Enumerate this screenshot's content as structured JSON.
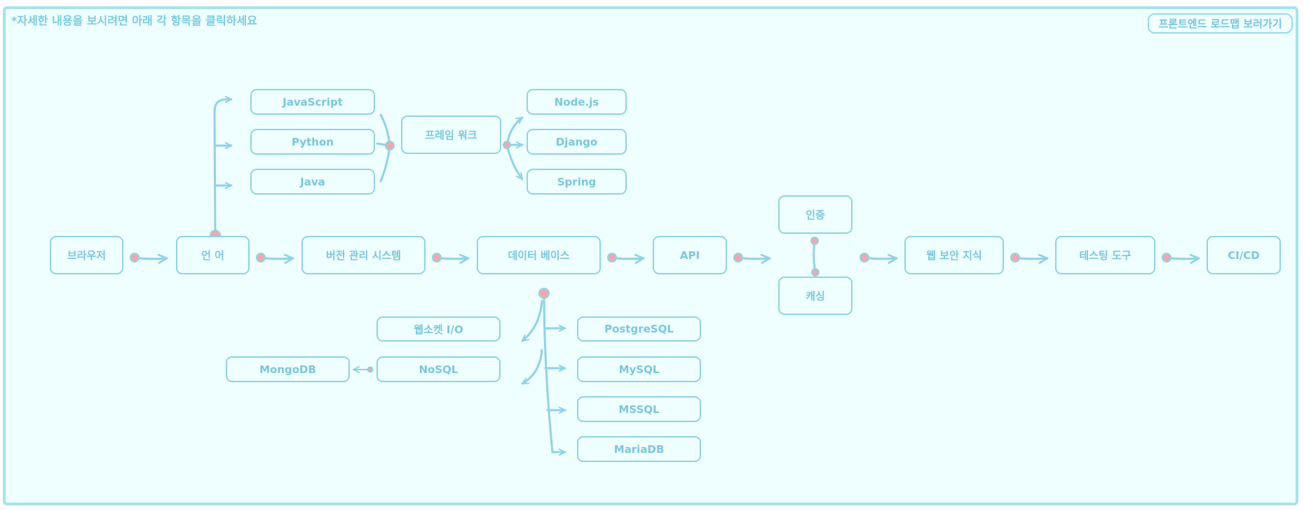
{
  "hint": "*자세한 내용을 보시려면 아래 각 항목을 클릭하세요",
  "frontend_link": "프론트엔드 로드맵 보러가기",
  "nodes": {
    "browser": "브라우저",
    "language": "언 어",
    "vcs": "버전 관리 시스템",
    "database": "데이터 베이스",
    "api": "API",
    "auth": "인증",
    "caching": "캐싱",
    "web_security": "웹 보안 지식",
    "testing": "테스팅 도구",
    "cicd": "CI/CD",
    "javascript": "JavaScript",
    "python": "Python",
    "java": "Java",
    "framework": "프레임 워크",
    "nodejs": "Node.js",
    "django": "Django",
    "spring": "Spring",
    "websocket": "웹소켓 I/O",
    "nosql": "NoSQL",
    "mongodb": "MongoDB",
    "postgresql": "PostgreSQL",
    "mysql": "MySQL",
    "mssql": "MSSQL",
    "mariadb": "MariaDB"
  },
  "colors": {
    "border": "#8fd3e6",
    "text": "#78c8de",
    "background": "#effefe",
    "connector_dot": "#f2a7b0",
    "frame": "#a6e3ea"
  }
}
